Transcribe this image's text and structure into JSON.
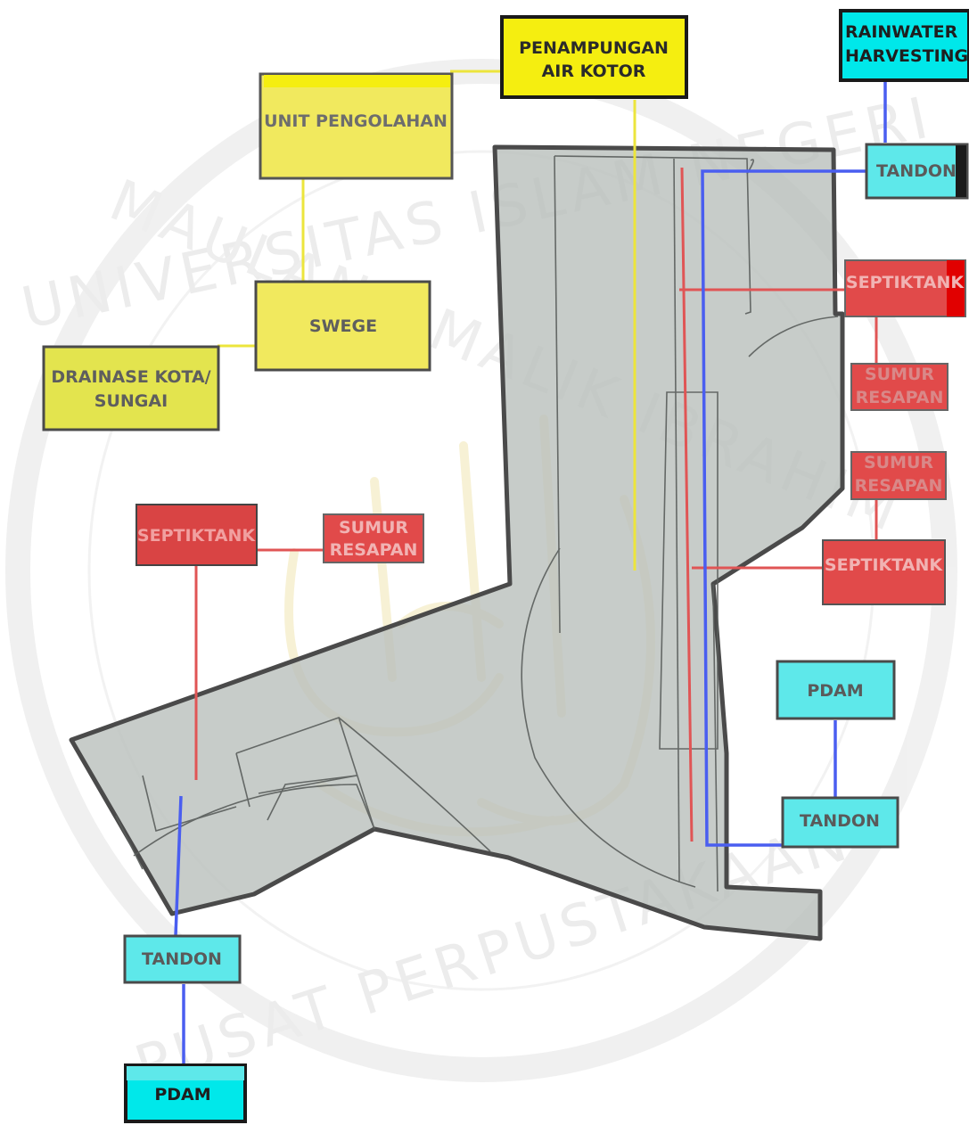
{
  "diagram": {
    "watermark": {
      "top_text": "UNIVERSITAS ISLAM NEGERI",
      "inner_text": "MAULANA MALIK IBRAHIM",
      "bottom_text": "PUSAT PERPUSTAKAAN"
    },
    "colors": {
      "waste_treatment": "#f2ea2a",
      "septic": "#e14a4a",
      "clean_water": "#5ee8ea",
      "site": "#b9bfbc",
      "pipe_red": "#e05555",
      "pipe_blue": "#4a5ef0",
      "pipe_yellow": "#ece53c"
    },
    "boxes": {
      "penampungan": {
        "line1": "PENAMPUNGAN",
        "line2": "AIR KOTOR"
      },
      "unit_pengolahan": {
        "line1": "UNIT PENGOLAHAN"
      },
      "swege": {
        "line1": "SWEGE"
      },
      "drainase": {
        "line1": "DRAINASE KOTA/",
        "line2": "SUNGAI"
      },
      "rainwater": {
        "line1": "RAINWATER",
        "line2": "HARVESTING"
      },
      "tandon_top": {
        "line1": "TANDON"
      },
      "septik_right_top": {
        "line1": "SEPTIKTANK"
      },
      "sumur_right_top": {
        "line1": "SUMUR",
        "line2": "RESAPAN"
      },
      "sumur_right_mid": {
        "line1": "SUMUR",
        "line2": "RESAPAN"
      },
      "septik_right_mid": {
        "line1": "SEPTIKTANK"
      },
      "pdam_right": {
        "line1": "PDAM"
      },
      "tandon_right": {
        "line1": "TANDON"
      },
      "septik_left": {
        "line1": "SEPTIKTANK"
      },
      "sumur_left": {
        "line1": "SUMUR",
        "line2": "RESAPAN"
      },
      "tandon_left": {
        "line1": "TANDON"
      },
      "pdam_left": {
        "line1": "PDAM"
      }
    }
  }
}
